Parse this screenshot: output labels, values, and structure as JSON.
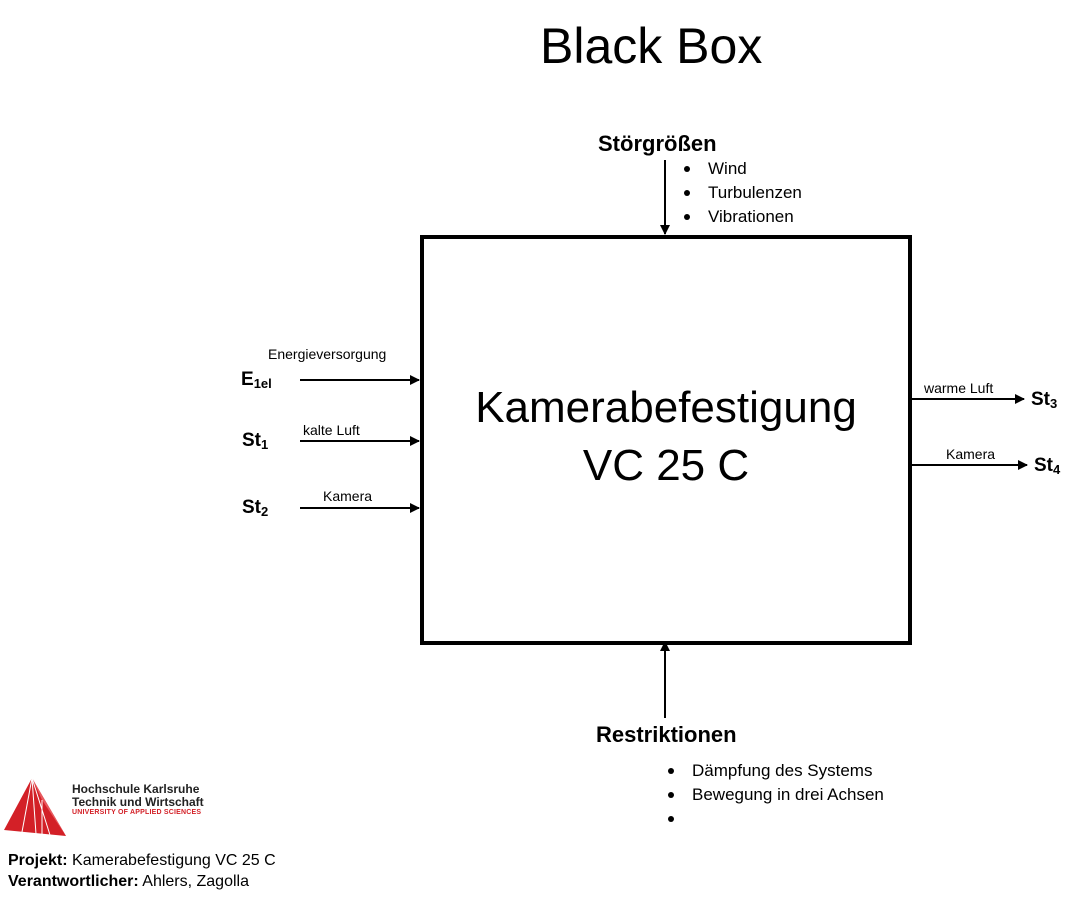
{
  "title": "Black Box",
  "system": {
    "line1": "Kamerabefestigung",
    "line2": "VC 25 C"
  },
  "disturbances": {
    "heading": "Störgrößen",
    "items": [
      "Wind",
      "Turbulenzen",
      "Vibrationen"
    ]
  },
  "restrictions": {
    "heading": "Restriktionen",
    "items": [
      "Dämpfung des Systems",
      "Bewegung in drei Achsen",
      ""
    ]
  },
  "inputs": [
    {
      "symbol": "E",
      "sub": "1el",
      "label": "Energieversorgung"
    },
    {
      "symbol": "St",
      "sub": "1",
      "label": "kalte Luft"
    },
    {
      "symbol": "St",
      "sub": "2",
      "label": "Kamera"
    }
  ],
  "outputs": [
    {
      "symbol": "St",
      "sub": "3",
      "label": "warme Luft"
    },
    {
      "symbol": "St",
      "sub": "4",
      "label": "Kamera"
    }
  ],
  "logo": {
    "line1": "Hochschule Karlsruhe",
    "line2": "Technik und Wirtschaft",
    "line3": "UNIVERSITY OF APPLIED SCIENCES",
    "accent": "#d32027"
  },
  "footer": {
    "project_label": "Projekt:",
    "project_value": "Kamerabefestigung VC 25 C",
    "owner_label": "Verantwortlicher:",
    "owner_value": "Ahlers, Zagolla"
  }
}
